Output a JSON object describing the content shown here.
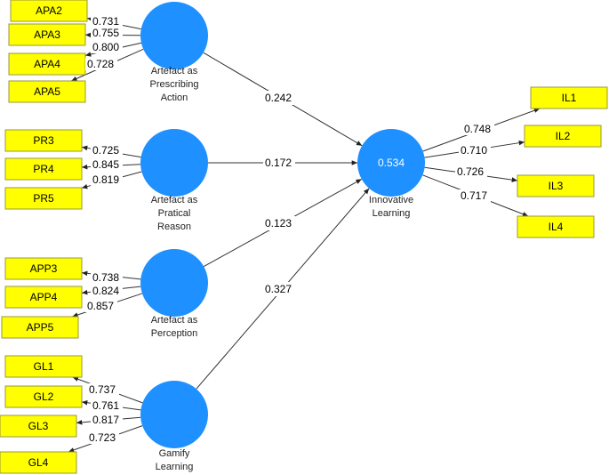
{
  "colors": {
    "construct": "#1e90ff",
    "indicator": "#ffff00",
    "edge": "#333333"
  },
  "constructs": [
    {
      "id": "apa",
      "label_lines": [
        "Artefact as",
        "Prescribing",
        "Action"
      ],
      "r2": ""
    },
    {
      "id": "pr",
      "label_lines": [
        "Artefact as",
        "Pratical",
        "Reason"
      ],
      "r2": ""
    },
    {
      "id": "app",
      "label_lines": [
        "Artefact as",
        "Perception"
      ],
      "r2": ""
    },
    {
      "id": "gl",
      "label_lines": [
        "Gamify",
        "Learning"
      ],
      "r2": ""
    },
    {
      "id": "il",
      "label_lines": [
        "Innovative",
        "Learning"
      ],
      "r2": "0.534"
    }
  ],
  "indicators": [
    {
      "id": "APA2",
      "construct": "apa",
      "loading": "0.731"
    },
    {
      "id": "APA3",
      "construct": "apa",
      "loading": "0.755"
    },
    {
      "id": "APA4",
      "construct": "apa",
      "loading": "0.800"
    },
    {
      "id": "APA5",
      "construct": "apa",
      "loading": "0.728"
    },
    {
      "id": "PR3",
      "construct": "pr",
      "loading": "0.725"
    },
    {
      "id": "PR4",
      "construct": "pr",
      "loading": "0.845"
    },
    {
      "id": "PR5",
      "construct": "pr",
      "loading": "0.819"
    },
    {
      "id": "APP3",
      "construct": "app",
      "loading": "0.738"
    },
    {
      "id": "APP4",
      "construct": "app",
      "loading": "0.824"
    },
    {
      "id": "APP5",
      "construct": "app",
      "loading": "0.857"
    },
    {
      "id": "GL1",
      "construct": "gl",
      "loading": "0.737"
    },
    {
      "id": "GL2",
      "construct": "gl",
      "loading": "0.761"
    },
    {
      "id": "GL3",
      "construct": "gl",
      "loading": "0.817"
    },
    {
      "id": "GL4",
      "construct": "gl",
      "loading": "0.723"
    },
    {
      "id": "IL1",
      "construct": "il",
      "loading": "0.748"
    },
    {
      "id": "IL2",
      "construct": "il",
      "loading": "0.710"
    },
    {
      "id": "IL3",
      "construct": "il",
      "loading": "0.726"
    },
    {
      "id": "IL4",
      "construct": "il",
      "loading": "0.717"
    }
  ],
  "paths": [
    {
      "from": "apa",
      "to": "il",
      "coefficient": "0.242"
    },
    {
      "from": "pr",
      "to": "il",
      "coefficient": "0.172"
    },
    {
      "from": "app",
      "to": "il",
      "coefficient": "0.123"
    },
    {
      "from": "gl",
      "to": "il",
      "coefficient": "0.327"
    }
  ]
}
